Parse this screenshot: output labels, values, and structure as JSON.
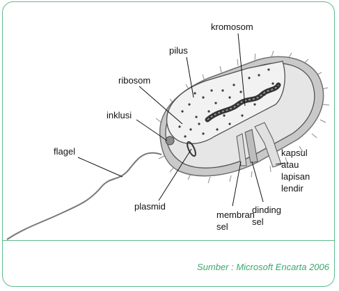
{
  "labels": {
    "kromosom": "kromosom",
    "pilus": "pilus",
    "ribosom": "ribosom",
    "inklusi": "inklusi",
    "flagel": "flagel",
    "plasmid": "plasmid",
    "membran_l1": "membran",
    "membran_l2": "sel",
    "dinding_l1": "dinding",
    "dinding_l2": "sel",
    "kapsul_l1": "kapsul",
    "kapsul_l2": "atau",
    "kapsul_l3": "lapisan",
    "kapsul_l4": "lendir"
  },
  "source": "Sumber : Microsoft Encarta 2006",
  "colors": {
    "frame": "#5fb98d",
    "source_text": "#3aa86e"
  }
}
